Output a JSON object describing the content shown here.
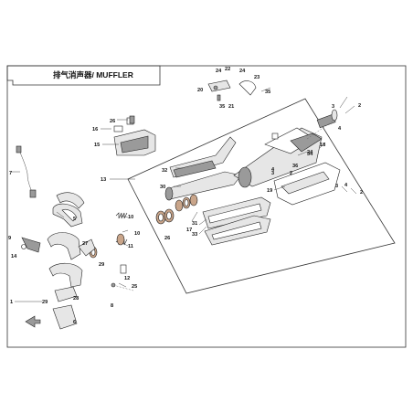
{
  "title": "排气消声器/ MUFFLER",
  "callouts": [
    "1",
    "2",
    "3",
    "4",
    "5",
    "6",
    "7",
    "8",
    "9",
    "10",
    "11",
    "12",
    "13",
    "14",
    "15",
    "16",
    "17",
    "18",
    "19",
    "20",
    "21",
    "22",
    "23",
    "24",
    "25",
    "26",
    "27",
    "28",
    "29",
    "30",
    "31",
    "32",
    "33",
    "34",
    "35",
    "36"
  ]
}
